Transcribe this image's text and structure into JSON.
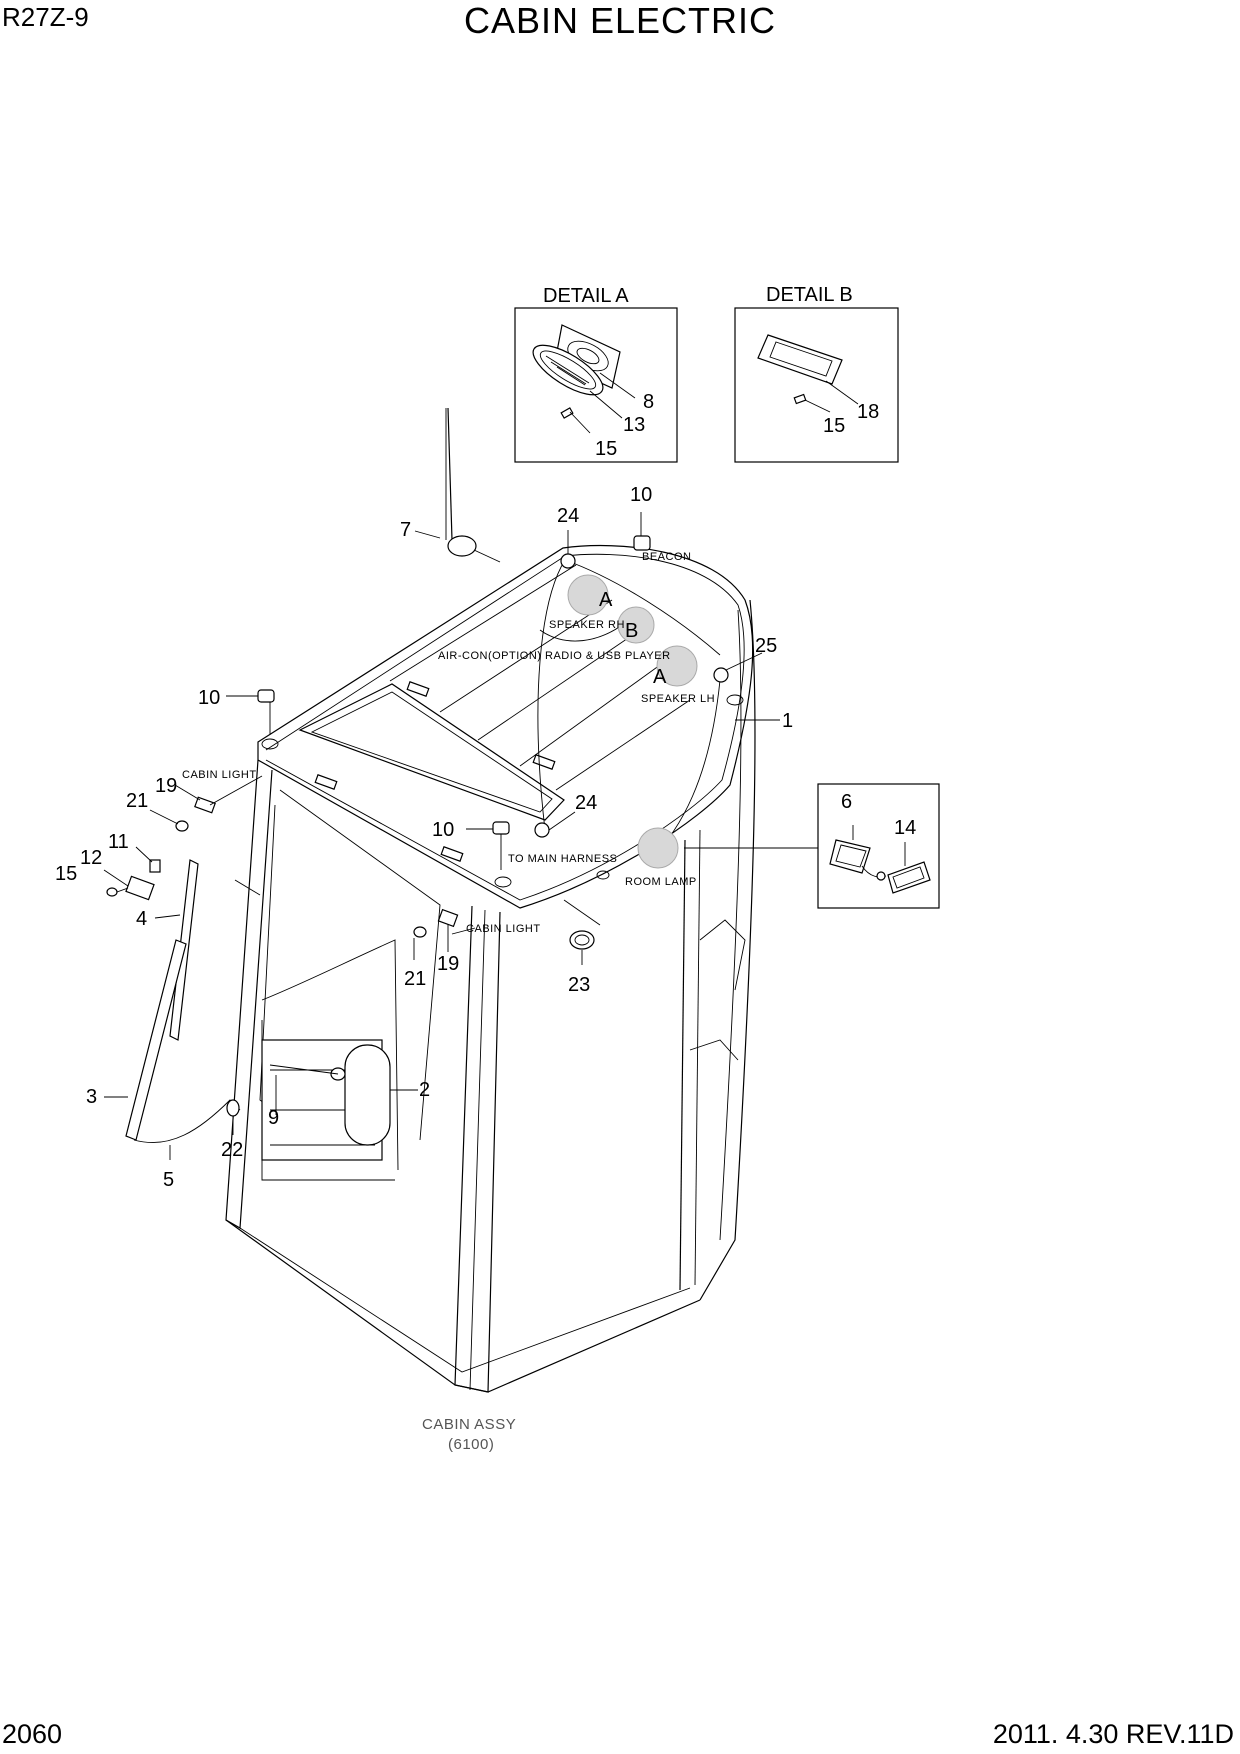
{
  "header": {
    "model": "R27Z-9",
    "title": "CABIN ELECTRIC"
  },
  "footer": {
    "page_number": "2060",
    "revision": "2011. 4.30  REV.11D"
  },
  "details": {
    "a": {
      "title": "DETAIL A",
      "callouts": [
        "8",
        "13",
        "15"
      ]
    },
    "b": {
      "title": "DETAIL B",
      "callouts": [
        "18",
        "15"
      ]
    },
    "c": {
      "callouts": [
        "6",
        "14"
      ]
    }
  },
  "labels": {
    "beacon": "BEACON",
    "speaker_rh": "SPEAKER RH",
    "speaker_lh": "SPEAKER LH",
    "aircon": "AIR-CON(OPTION)",
    "radio": "RADIO & USB PLAYER",
    "to_main_harness": "TO MAIN HARNESS",
    "room_lamp": "ROOM LAMP",
    "cabin_light_1": "CABIN LIGHT",
    "cabin_light_2": "CABIN LIGHT",
    "detail_ref_a1": "A",
    "detail_ref_a2": "A",
    "detail_ref_b": "B",
    "cabin_assy": "CABIN ASSY",
    "cabin_assy_code": "(6100)"
  },
  "callouts": {
    "c7": "7",
    "c24a": "24",
    "c10a": "10",
    "c25": "25",
    "c1": "1",
    "c10b": "10",
    "c19a": "19",
    "c21a": "21",
    "c11": "11",
    "c12": "12",
    "c15": "15",
    "c4": "4",
    "c10c": "10",
    "c24b": "24",
    "c21b": "21",
    "c19b": "19",
    "c23": "23",
    "c2": "2",
    "c3": "3",
    "c9": "9",
    "c22": "22",
    "c5": "5"
  }
}
